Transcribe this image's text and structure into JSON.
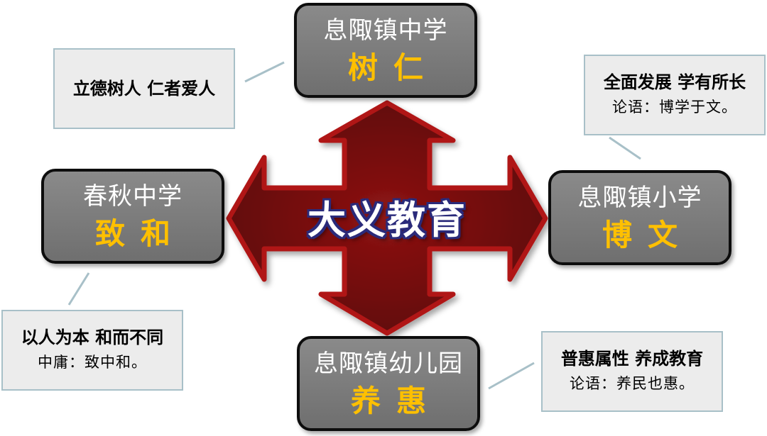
{
  "center": {
    "label": "大义教育"
  },
  "schools": {
    "top": {
      "name": "息陬镇中学",
      "motto": "树仁"
    },
    "left": {
      "name": "春秋中学",
      "motto": "致和"
    },
    "right": {
      "name": "息陬镇小学",
      "motto": "博文"
    },
    "bottom": {
      "name": "息陬镇幼儿园",
      "motto": "养惠"
    }
  },
  "notes": {
    "top": {
      "main": "立德树人 仁者爱人",
      "quote": ""
    },
    "left": {
      "main": "以人为本 和而不同",
      "quote": "中庸：致中和。"
    },
    "right": {
      "main": "全面发展 学有所长",
      "quote": "论语：博学于文。"
    },
    "bottom": {
      "main": "普惠属性 养成教育",
      "quote": "论语：养民也惠。"
    }
  },
  "colors": {
    "arrow_fill": "#7a0e0e",
    "arrow_outline": "#b01818",
    "box_fill": "#7d7d7d",
    "motto_text": "#ffc000",
    "note_fill": "#ececec",
    "note_border": "#a8c0c8",
    "connector": "#a8c0c8"
  }
}
